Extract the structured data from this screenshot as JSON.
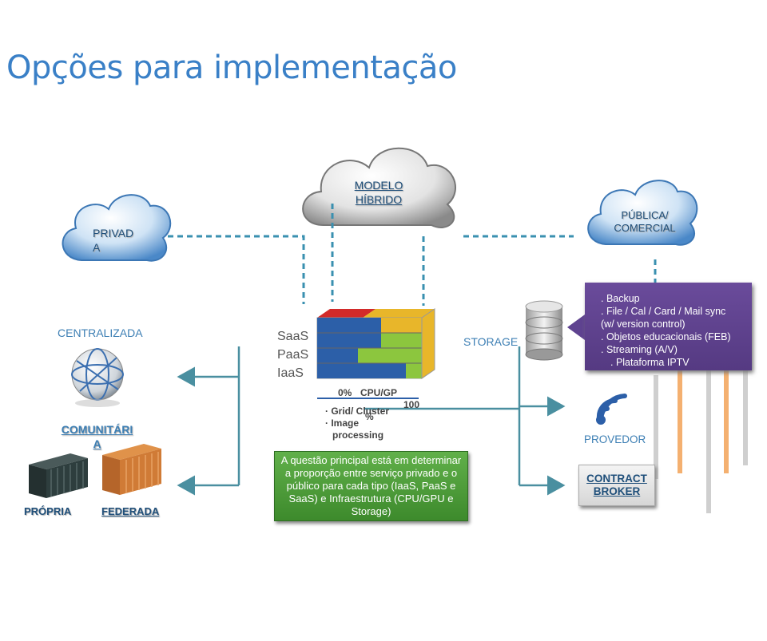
{
  "title": "Opções para implementação",
  "clouds": {
    "hybrid": {
      "line1": "MODELO",
      "line2": "HÍBRIDO"
    },
    "private": {
      "line1": "PRIVAD",
      "line2": "A"
    },
    "public": {
      "line1": "PÚBLICA/",
      "line2": "COMERCIAL"
    }
  },
  "left": {
    "centralizada": "CENTRALIZADA",
    "comunitaria_1": "COMUNITÁRI",
    "comunitaria_2": "A",
    "propria": "PRÓPRIA",
    "federada": "FEDERADA"
  },
  "stack": {
    "saas": "SaaS",
    "paas": "PaaS",
    "iaas": "IaaS"
  },
  "storage": "STORAGE",
  "grid_panel": {
    "zero": "0%",
    "cpu": "CPU/GP",
    "hundred": "100",
    "percent": "%",
    "item1": "Grid/ Cluster",
    "item2": "Image",
    "item3": "processing"
  },
  "green_box": "A questão principal está em determinar a proporção entre serviço privado e o público para cada tipo (IaaS, PaaS e SaaS) e Infraestrutura (CPU/GPU e Storage)",
  "storage_services": [
    ". Backup",
    ". File / Cal / Card / Mail sync",
    "(w/ version control)",
    ". Objetos educacionais (FEB)",
    ". Streaming (A/V)",
    ". Plataforma IPTV"
  ],
  "provedor": "PROVEDOR",
  "broker": {
    "line1": "CONTRACT",
    "line2": "BROKER"
  },
  "colors": {
    "title": "#3a80c7",
    "line": "#4a8fa0",
    "dash": "#3a90b0",
    "green": "#4f9e3b",
    "purple": "#5f4390"
  },
  "icons": [
    "cloud-icon",
    "globe-icon",
    "container-icon",
    "database-icon",
    "wifi-icon",
    "cube-stack-icon"
  ]
}
